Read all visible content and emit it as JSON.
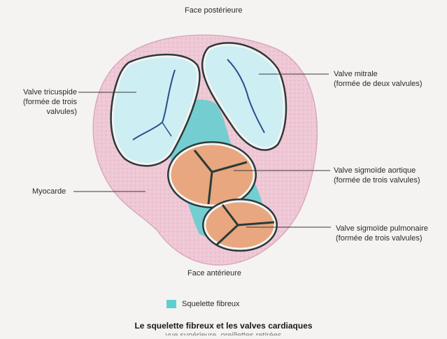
{
  "top_label": "Face postérieure",
  "bottom_label": "Face antérieure",
  "labels": {
    "tricuspid": [
      "Valve tricuspide",
      "(formée de trois",
      "valvules)"
    ],
    "mitral": [
      "Valve mitrale",
      "(formée de deux valvules)"
    ],
    "myocarde": "Myocarde",
    "aortic": [
      "Valve sigmoïde aortique",
      "(formée de trois valvules)"
    ],
    "pulmonary": [
      "Valve sigmoïde pulmonaire",
      "(formée de trois valvules)"
    ]
  },
  "legend": {
    "label": "Squelette fibreux",
    "color": "#5ecfd0"
  },
  "caption": "Le squelette fibreux et les valves cardiaques",
  "caption_cut": "vue supérieure, oreillettes retirées",
  "colors": {
    "myocarde": "#efc8d6",
    "valve_leaflet": "#cdeef3",
    "sigmoid": "#e8a77e",
    "outline": "#2b3a3a"
  }
}
